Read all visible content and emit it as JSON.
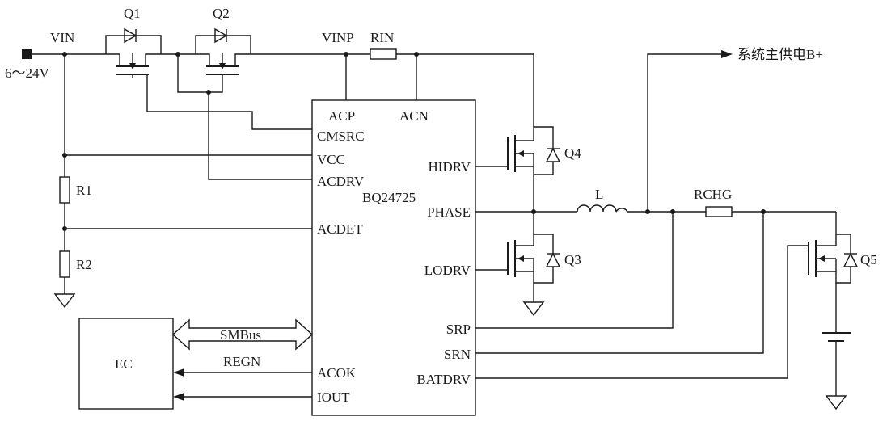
{
  "labels": {
    "vin": "VIN",
    "vin_range": "6～24V",
    "vinp": "VINP",
    "q1": "Q1",
    "q2": "Q2",
    "q3": "Q3",
    "q4": "Q4",
    "q5": "Q5",
    "rin": "RIN",
    "r1": "R1",
    "r2": "R2",
    "l": "L",
    "rchg": "RCHG",
    "system_supply": "系统主供电B+",
    "smbus": "SMBus",
    "regn": "REGN",
    "ec": "EC"
  },
  "chip": {
    "name": "BQ24725",
    "pins": {
      "acp": "ACP",
      "acn": "ACN",
      "cmsrc": "CMSRC",
      "vcc": "VCC",
      "acdrv": "ACDRV",
      "acdet": "ACDET",
      "acok": "ACOK",
      "iout": "IOUT",
      "hidrv": "HIDRV",
      "phase": "PHASE",
      "lodrv": "LODRV",
      "srp": "SRP",
      "srn": "SRN",
      "batdrv": "BATDRV"
    }
  }
}
